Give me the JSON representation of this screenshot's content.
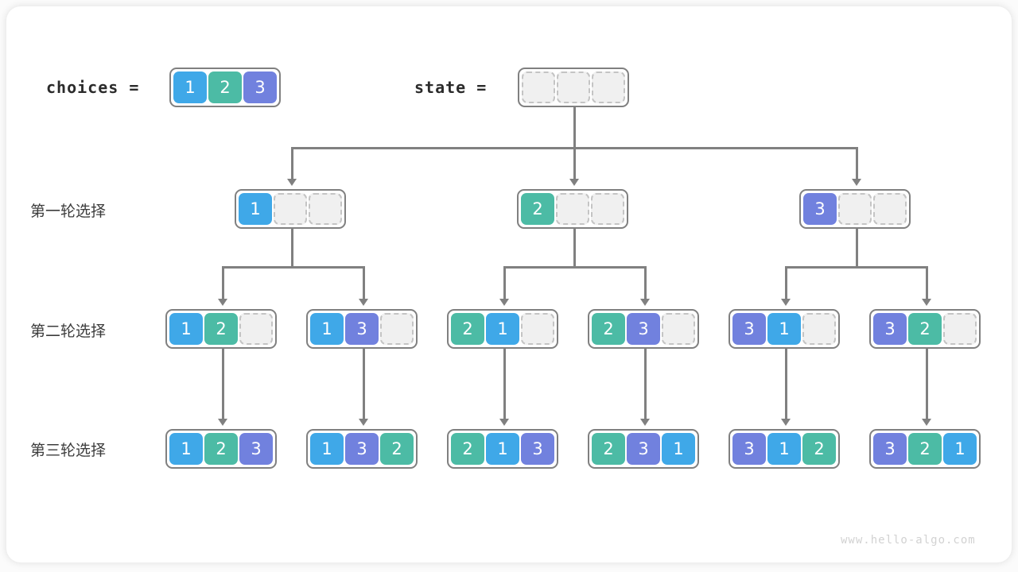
{
  "header": {
    "choices_label": "choices =",
    "state_label": "state =",
    "choices_values": [
      "1",
      "2",
      "3"
    ],
    "state_values": [
      "",
      "",
      ""
    ]
  },
  "row_labels": [
    "第一轮选择",
    "第二轮选择",
    "第三轮选择"
  ],
  "levels": [
    {
      "name": "round-1",
      "nodes": [
        {
          "cells": [
            "1",
            "",
            ""
          ]
        },
        {
          "cells": [
            "2",
            "",
            ""
          ]
        },
        {
          "cells": [
            "3",
            "",
            ""
          ]
        }
      ]
    },
    {
      "name": "round-2",
      "nodes": [
        {
          "cells": [
            "1",
            "2",
            ""
          ]
        },
        {
          "cells": [
            "1",
            "3",
            ""
          ]
        },
        {
          "cells": [
            "2",
            "1",
            ""
          ]
        },
        {
          "cells": [
            "2",
            "3",
            ""
          ]
        },
        {
          "cells": [
            "3",
            "1",
            ""
          ]
        },
        {
          "cells": [
            "3",
            "2",
            ""
          ]
        }
      ]
    },
    {
      "name": "round-3",
      "nodes": [
        {
          "cells": [
            "1",
            "2",
            "3"
          ]
        },
        {
          "cells": [
            "1",
            "3",
            "2"
          ]
        },
        {
          "cells": [
            "2",
            "1",
            "3"
          ]
        },
        {
          "cells": [
            "2",
            "3",
            "1"
          ]
        },
        {
          "cells": [
            "3",
            "1",
            "2"
          ]
        },
        {
          "cells": [
            "3",
            "2",
            "1"
          ]
        }
      ]
    }
  ],
  "colors": {
    "value_1": "#3fa8e8",
    "value_2": "#4cbba5",
    "value_3": "#7181de",
    "empty_fill": "#f0f0f0",
    "empty_border": "#c4c4c4",
    "frame": "#808080",
    "connector": "#808080"
  },
  "watermark": "www.hello-algo.com"
}
